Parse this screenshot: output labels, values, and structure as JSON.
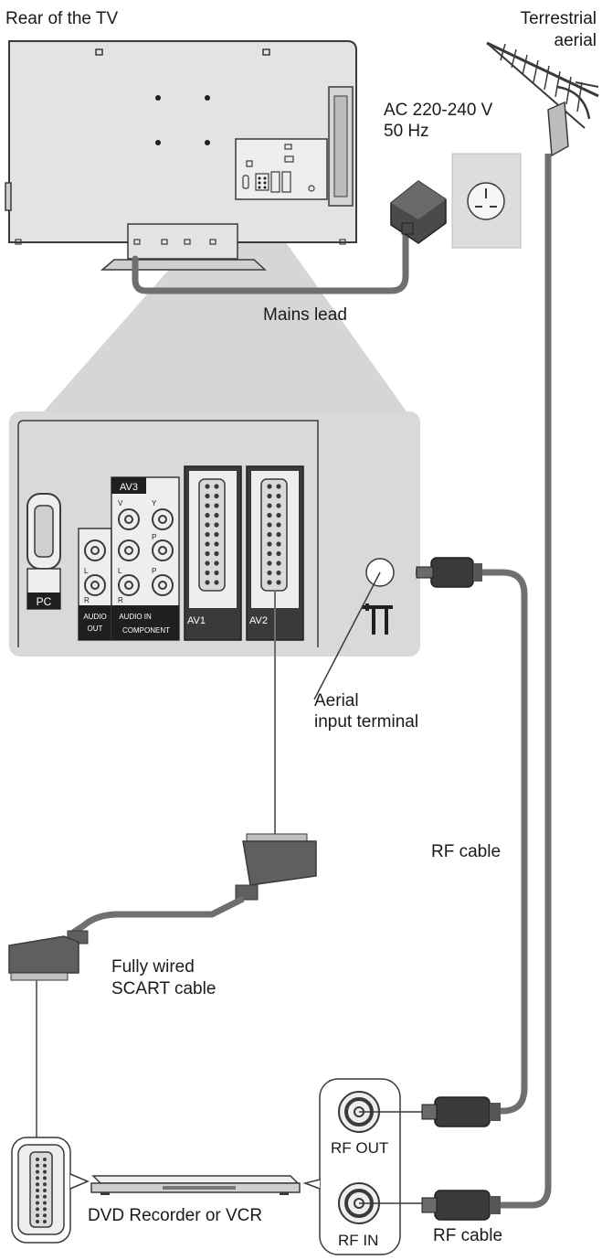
{
  "labels": {
    "rear_of_tv": "Rear of the TV",
    "terrestrial_aerial": [
      "Terrestrial",
      "aerial"
    ],
    "ac_power": [
      "AC 220-240 V",
      "50 Hz"
    ],
    "mains_lead": "Mains lead",
    "aerial_input_terminal": [
      "Aerial",
      "input terminal"
    ],
    "rf_cable_middle": "RF cable",
    "scart_cable": [
      "Fully wired",
      "SCART cable"
    ],
    "dvd_recorder": "DVD Recorder or VCR",
    "rf_out": "RF OUT",
    "rf_in": "RF IN",
    "rf_cable_bottom": "RF cable"
  },
  "panel_labels": {
    "pc": "PC",
    "av3": "AV3",
    "audio_out": [
      "AUDIO",
      "OUT"
    ],
    "audio_in": "AUDIO IN",
    "component": "COMPONENT",
    "av1": "AV1",
    "av2": "AV2",
    "v": "V",
    "y": "Y",
    "l": "L",
    "r": "R",
    "pb": "P",
    "pr": "P"
  },
  "colors": {
    "cable": "#6f6f6f",
    "panel": "#d9d9d9",
    "tv_body": "#e3e3e3",
    "outline": "#3a3a3a",
    "light_fill": "#eeeeee",
    "dark_fill": "#1f1f1f"
  }
}
